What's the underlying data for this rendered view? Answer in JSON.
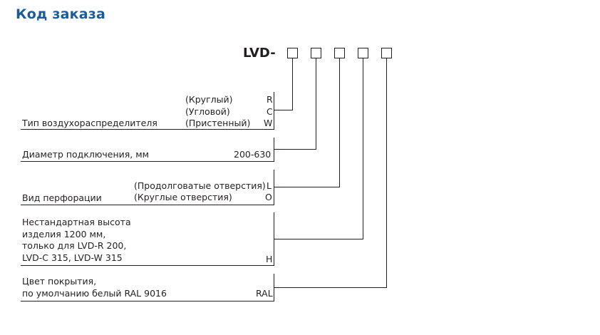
{
  "title": "Код заказа",
  "code_prefix": "LVD-",
  "sections": {
    "type": {
      "label": "Тип воздухораспределителя",
      "options": [
        {
          "text": "(Круглый)",
          "code": "R"
        },
        {
          "text": "(Угловой)",
          "code": "C"
        },
        {
          "text": "(Пристенный)",
          "code": "W"
        }
      ]
    },
    "diameter": {
      "label": "Диаметр подключения, мм",
      "value": "200-630"
    },
    "perforation": {
      "label": "Вид перфорации",
      "options": [
        {
          "text": "(Продолговатые отверстия)",
          "code": "L"
        },
        {
          "text": "(Круглые отверстия)",
          "code": "O"
        }
      ]
    },
    "height": {
      "lines": [
        "Нестандартная высота",
        "изделия 1200 мм,",
        "только для LVD-R 200,",
        "LVD-C 315, LVD-W 315"
      ],
      "code": "H"
    },
    "color": {
      "lines": [
        "Цвет покрытия,",
        "по умолчанию белый RAL 9016"
      ],
      "code": "RAL"
    }
  }
}
